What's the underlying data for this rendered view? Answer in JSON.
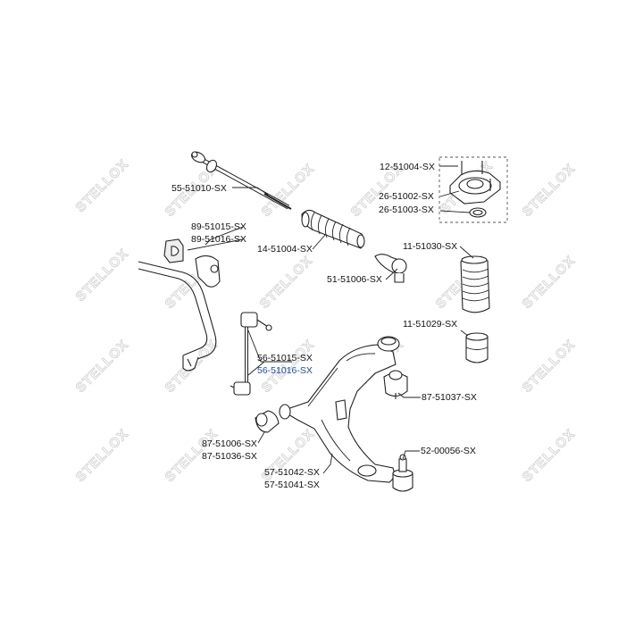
{
  "diagram": {
    "watermark_text": "STELLOX",
    "highlight_color": "#1f4fa8",
    "labels": {
      "tie_rod": "55-51010-SX",
      "boot_rack": "14-51004-SX",
      "strut_mount": "12-51004-SX",
      "strut_bearing_1": "26-51002-SX",
      "strut_bearing_2": "26-51003-SX",
      "bush_stab_1": "89-51015-SX",
      "bush_stab_2": "89-51016-SX",
      "boot_shock": "11-51030-SX",
      "tie_rod_end": "51-51006-SX",
      "bump_stop": "11-51029-SX",
      "link_1": "56-51015-SX",
      "link_2": "56-51016-SX",
      "arm_bush_rear": "87-51037-SX",
      "arm_bush_1": "87-51006-SX",
      "arm_bush_2": "87-51036-SX",
      "ball_joint": "52-00056-SX",
      "control_arm_1": "57-51042-SX",
      "control_arm_2": "57-51041-SX"
    }
  }
}
